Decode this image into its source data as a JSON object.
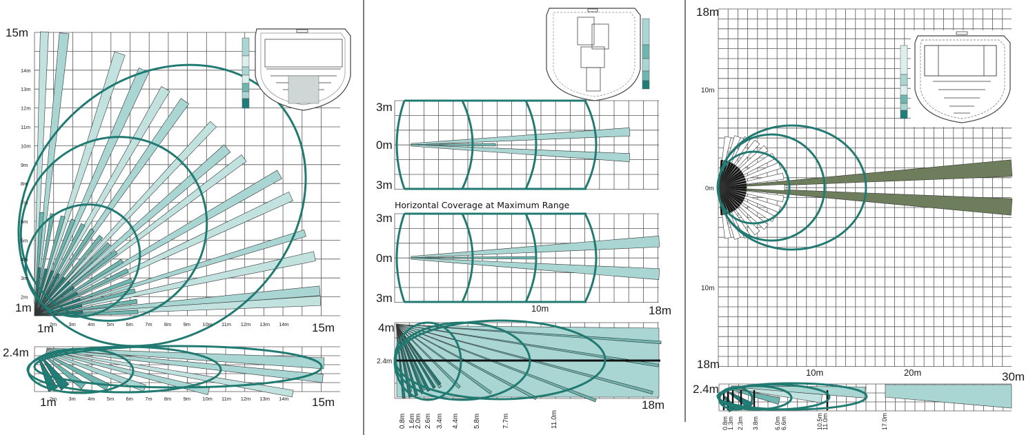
{
  "panel_left": {
    "top": {
      "y_top_label": "15m",
      "y_origin_label": "1m",
      "x_origin_label": "1m",
      "x_end_label": "15m",
      "y_ticks": [
        "2m",
        "3m",
        "4m",
        "5m",
        "6m",
        "7m",
        "8m",
        "9m",
        "10m",
        "11m",
        "12m",
        "13m",
        "14m"
      ],
      "x_ticks": [
        "2m",
        "3m",
        "4m",
        "5m",
        "6m",
        "7m",
        "8m",
        "9m",
        "10m",
        "11m",
        "12m",
        "13m",
        "14m"
      ]
    },
    "side": {
      "height_label": "2.4m",
      "x_origin_label": "1m",
      "x_end_label": "15m",
      "x_ticks": [
        "2m",
        "3m",
        "4m",
        "5m",
        "6m",
        "7m",
        "8m",
        "9m",
        "10m",
        "11m",
        "12m",
        "13m",
        "14m"
      ]
    }
  },
  "panel_middle": {
    "top": {
      "y_top": "3m",
      "y_mid": "0m",
      "y_bottom": "3m"
    },
    "max_title": "Horizontal Coverage at Maximum Range",
    "max": {
      "y_top": "3m",
      "y_mid": "0m",
      "y_bottom": "3m",
      "x_mid": "10m",
      "x_end": "18m"
    },
    "side": {
      "height_top": "4m",
      "height_mid": "2.4m",
      "x_end": "18m",
      "distances": [
        "0.8m",
        "1.6m",
        "2.0m",
        "2.6m",
        "3.4m",
        "4.4m",
        "5.8m",
        "7.7m",
        "11.0m"
      ]
    }
  },
  "panel_right": {
    "top": {
      "y_top": "18m",
      "y_upper": "10m",
      "y_mid": "0m",
      "y_lower": "10m",
      "y_bottom": "18m",
      "x_mid": "10m",
      "x_20": "20m",
      "x_end": "30m"
    },
    "side": {
      "height_label": "2.4m",
      "distances": [
        "0.8m",
        "1.3m",
        "2.3m",
        "3.8m",
        "6.0m",
        "6.6m",
        "10.5m",
        "11.0m",
        "17.0m"
      ]
    }
  },
  "colors": {
    "ellipse": "#217a72",
    "beam_light": "#a9d5d2",
    "beam_mid": "#6fb6b1",
    "beam_dark": "#1f7e78",
    "olive_beam": "#6e7d5c",
    "grid": "#555555"
  }
}
